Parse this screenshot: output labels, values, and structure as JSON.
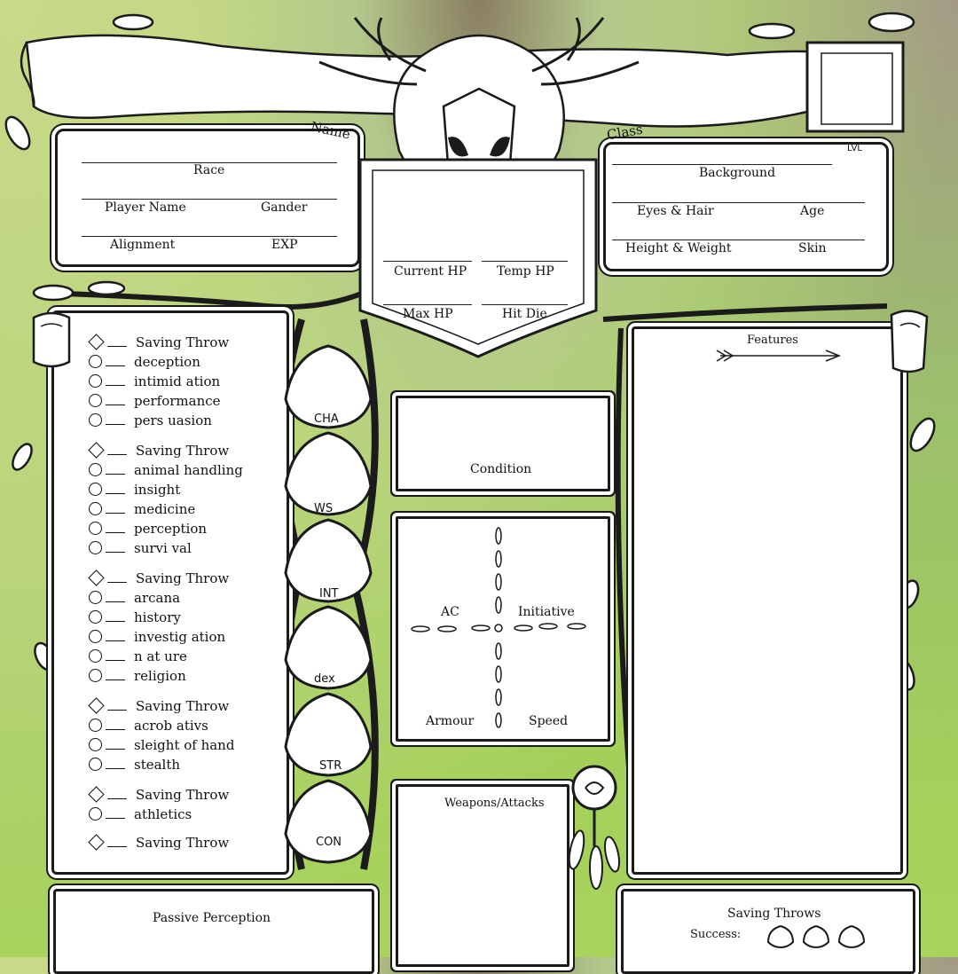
{
  "header": {
    "name": "Name",
    "class": "Class",
    "lvl": "LVL",
    "left_fields": [
      "Race",
      "Player Name",
      "Gander",
      "Alignment",
      "EXP"
    ],
    "right_fields": [
      "Background",
      "Eyes & Hair",
      "Age",
      "Height & Weight",
      "Skin"
    ],
    "hp_fields": [
      "Current HP",
      "Temp HP",
      "Max HP",
      "Hit Die"
    ]
  },
  "skills": {
    "cha": [
      "Saving Throw",
      "deception",
      "intimid ation",
      "performance",
      "pers uasion"
    ],
    "wis": [
      "Saving Throw",
      "animal handling",
      "insight",
      "medicine",
      "perception",
      "survi val"
    ],
    "int": [
      "Saving Throw",
      "arcana",
      "history",
      "investig ation",
      "n at ure",
      "religion"
    ],
    "dex": [
      "Saving Throw",
      "acrob ativs",
      "sleight of hand",
      "stealth"
    ],
    "str": [
      "Saving Throw",
      "athletics"
    ],
    "con": [
      "Saving Throw"
    ]
  },
  "stats": [
    "CHA",
    "WS",
    "INT",
    "dex",
    "STR",
    "CON"
  ],
  "condition": "Condition",
  "combat": {
    "ac": "AC",
    "initiative": "Initiative",
    "armour": "Armour",
    "speed": "Speed"
  },
  "weapons": "Weapons/Attacks",
  "features": "Features",
  "passive_perception": "Passive Perception",
  "saving_throws": {
    "title": "Saving Throws",
    "success": "Success:"
  }
}
